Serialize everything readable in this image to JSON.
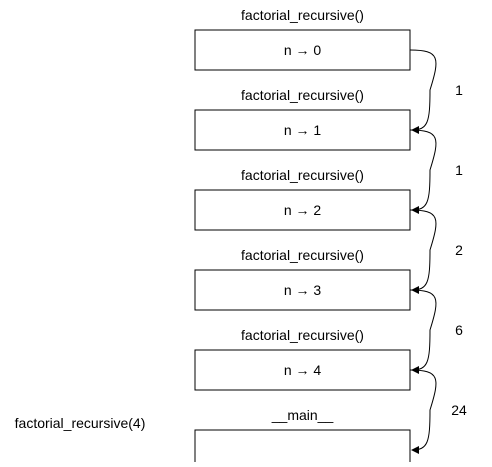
{
  "call_label": "factorial_recursive(4)",
  "frames": [
    {
      "title": "factorial_recursive()",
      "content": "n → 0"
    },
    {
      "title": "factorial_recursive()",
      "content": "n → 1"
    },
    {
      "title": "factorial_recursive()",
      "content": "n → 2"
    },
    {
      "title": "factorial_recursive()",
      "content": "n → 3"
    },
    {
      "title": "factorial_recursive()",
      "content": "n → 4"
    },
    {
      "title": "__main__",
      "content": ""
    }
  ],
  "return_values": [
    "1",
    "1",
    "2",
    "6",
    "24"
  ]
}
